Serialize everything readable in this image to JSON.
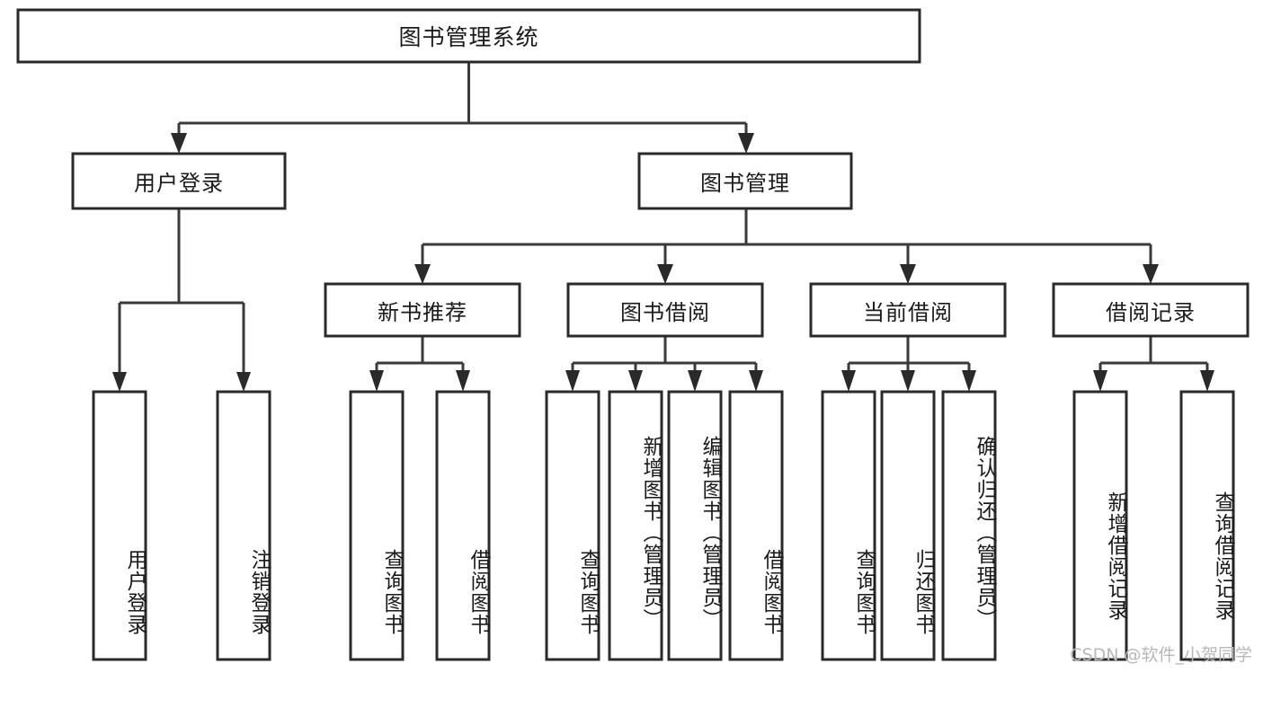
{
  "diagram": {
    "type": "tree",
    "title_node": {
      "id": "root",
      "label": "图书管理系统",
      "orientation": "horizontal"
    },
    "level2": [
      {
        "id": "user-login",
        "label": "用户登录",
        "orientation": "horizontal"
      },
      {
        "id": "book-manage",
        "label": "图书管理",
        "orientation": "horizontal"
      }
    ],
    "level3": [
      {
        "id": "new-book-rec",
        "label": "新书推荐",
        "orientation": "horizontal",
        "parent": "book-manage"
      },
      {
        "id": "book-borrow",
        "label": "图书借阅",
        "orientation": "horizontal",
        "parent": "book-manage"
      },
      {
        "id": "current-borrow",
        "label": "当前借阅",
        "orientation": "horizontal",
        "parent": "book-manage"
      },
      {
        "id": "borrow-record",
        "label": "借阅记录",
        "orientation": "horizontal",
        "parent": "book-manage"
      }
    ],
    "leaves": [
      {
        "id": "leaf-user-login",
        "label": "用户登录",
        "parent": "user-login",
        "orientation": "vertical"
      },
      {
        "id": "leaf-logout",
        "label": "注销登录",
        "parent": "user-login",
        "orientation": "vertical"
      },
      {
        "id": "leaf-query-book-1",
        "label": "查询图书",
        "parent": "new-book-rec",
        "orientation": "vertical"
      },
      {
        "id": "leaf-borrow-book-1",
        "label": "借阅图书",
        "parent": "new-book-rec",
        "orientation": "vertical"
      },
      {
        "id": "leaf-query-book-2",
        "label": "查询图书",
        "parent": "book-borrow",
        "orientation": "vertical"
      },
      {
        "id": "leaf-add-book",
        "label": "新增图书（管理员）",
        "parent": "book-borrow",
        "orientation": "vertical"
      },
      {
        "id": "leaf-edit-book",
        "label": "编辑图书（管理员）",
        "parent": "book-borrow",
        "orientation": "vertical"
      },
      {
        "id": "leaf-borrow-book-2",
        "label": "借阅图书",
        "parent": "book-borrow",
        "orientation": "vertical"
      },
      {
        "id": "leaf-query-book-3",
        "label": "查询图书",
        "parent": "current-borrow",
        "orientation": "vertical"
      },
      {
        "id": "leaf-return-book",
        "label": "归还图书",
        "parent": "current-borrow",
        "orientation": "vertical"
      },
      {
        "id": "leaf-confirm-return",
        "label": "确认归还（管理员）",
        "parent": "current-borrow",
        "orientation": "vertical"
      },
      {
        "id": "leaf-add-record",
        "label": "新增借阅记录",
        "parent": "borrow-record",
        "orientation": "vertical"
      },
      {
        "id": "leaf-query-record",
        "label": "查询借阅记录",
        "parent": "borrow-record",
        "orientation": "vertical"
      }
    ]
  },
  "watermark": {
    "text": "CSDN @软件_小贺同学"
  },
  "colors": {
    "box_stroke": "#2a2a2a",
    "connector": "#3a3a3a",
    "text": "#1a1a1a",
    "background": "#ffffff",
    "watermark": "#b8b8b8"
  }
}
